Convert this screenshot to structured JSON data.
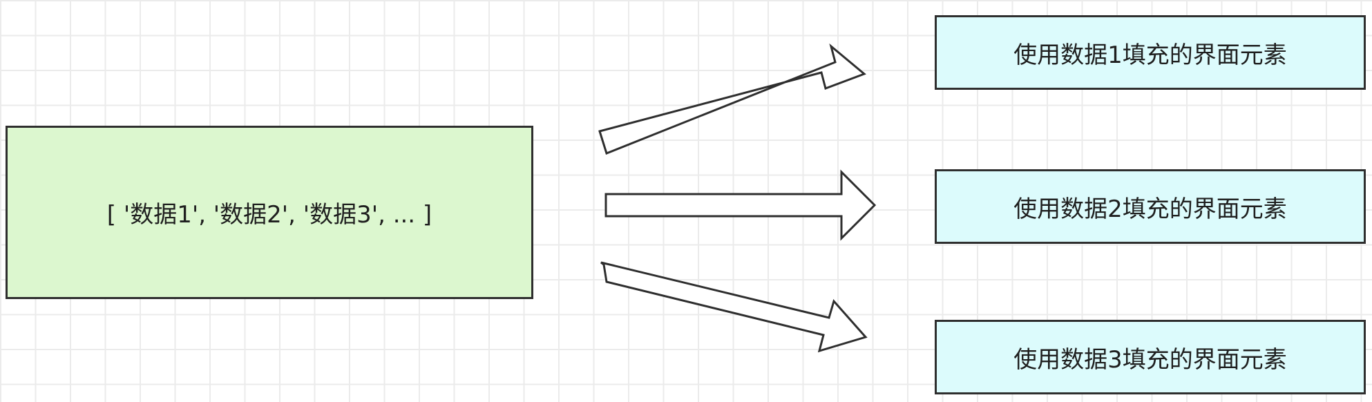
{
  "colors": {
    "source_fill": "#dcf7cf",
    "target_fill": "#dcfbfc",
    "stroke": "#2e2e2e",
    "grid": "#ebebeb"
  },
  "source": {
    "label": "[  '数据1', '数据2', '数据3', ...  ]"
  },
  "targets": [
    {
      "label": "使用数据1填充的界面元素"
    },
    {
      "label": "使用数据2填充的界面元素"
    },
    {
      "label": "使用数据3填充的界面元素"
    }
  ]
}
